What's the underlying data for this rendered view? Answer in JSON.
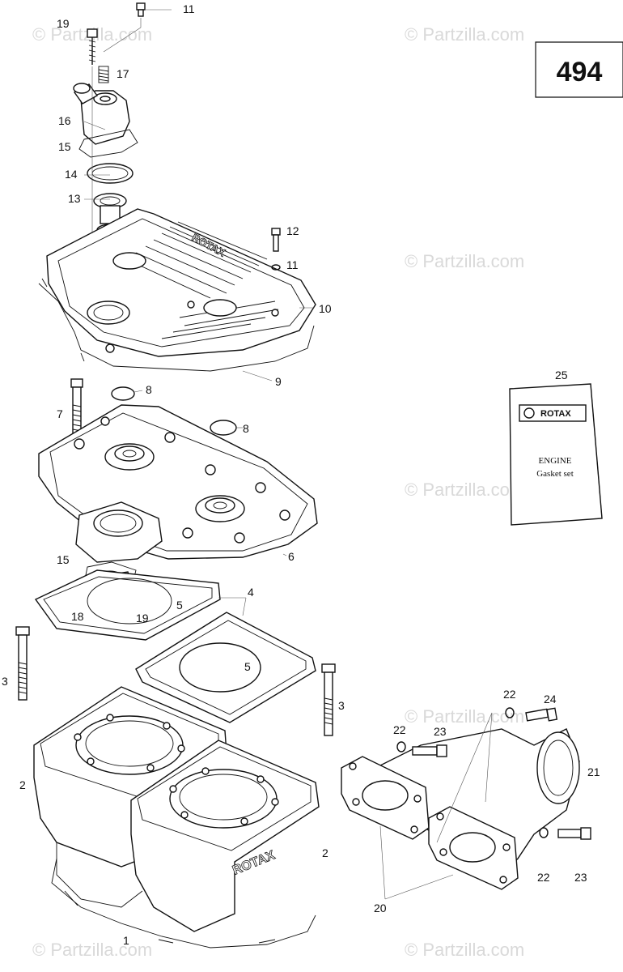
{
  "page_number": "494",
  "watermark": "© Partzilla.com",
  "gasket_set": {
    "brand": "ROTAX",
    "line1": "ENGINE",
    "line2": "Gasket set"
  },
  "callouts": {
    "c1": "1",
    "c2a": "2",
    "c2b": "2",
    "c3a": "3",
    "c3b": "3",
    "c4": "4",
    "c5a": "5",
    "c5b": "5",
    "c6": "6",
    "c7": "7",
    "c8a": "8",
    "c8b": "8",
    "c9": "9",
    "c10": "10",
    "c11a": "11",
    "c11b": "11",
    "c12": "12",
    "c13": "13",
    "c14": "14",
    "c15a": "15",
    "c15b": "15",
    "c16": "16",
    "c17": "17",
    "c18": "18",
    "c19a": "19",
    "c19b": "19",
    "c20": "20",
    "c21": "21",
    "c22a": "22",
    "c22b": "22",
    "c22c": "22",
    "c23a": "23",
    "c23b": "23",
    "c24": "24",
    "c25": "25"
  }
}
